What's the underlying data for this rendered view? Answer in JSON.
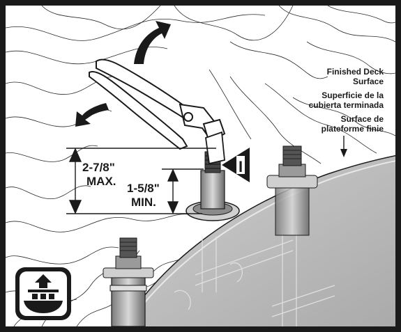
{
  "measurements": {
    "max_value": "2-7/8\"",
    "max_label": "MAX.",
    "min_value": "1-5/8\"",
    "min_label": "MIN."
  },
  "deck_label": {
    "en_line1": "Finished Deck",
    "en_line2": "Surface",
    "es_line1": "Superficie de la",
    "es_line2": "cubierta terminada",
    "fr_line1": "Surface de",
    "fr_line2": "plateforme finie"
  },
  "marker": {
    "letter": "I"
  },
  "icons": {
    "corner_icon": "deck-mount-icon",
    "tool": "pliers-icon",
    "rotate_arrows": "rotation-arrow-icon"
  },
  "colors": {
    "frame": "#1a1a1a",
    "deck": "#b8b8b8",
    "deck_light": "#d6d6d6",
    "line": "#1a1a1a",
    "background": "#ffffff"
  }
}
